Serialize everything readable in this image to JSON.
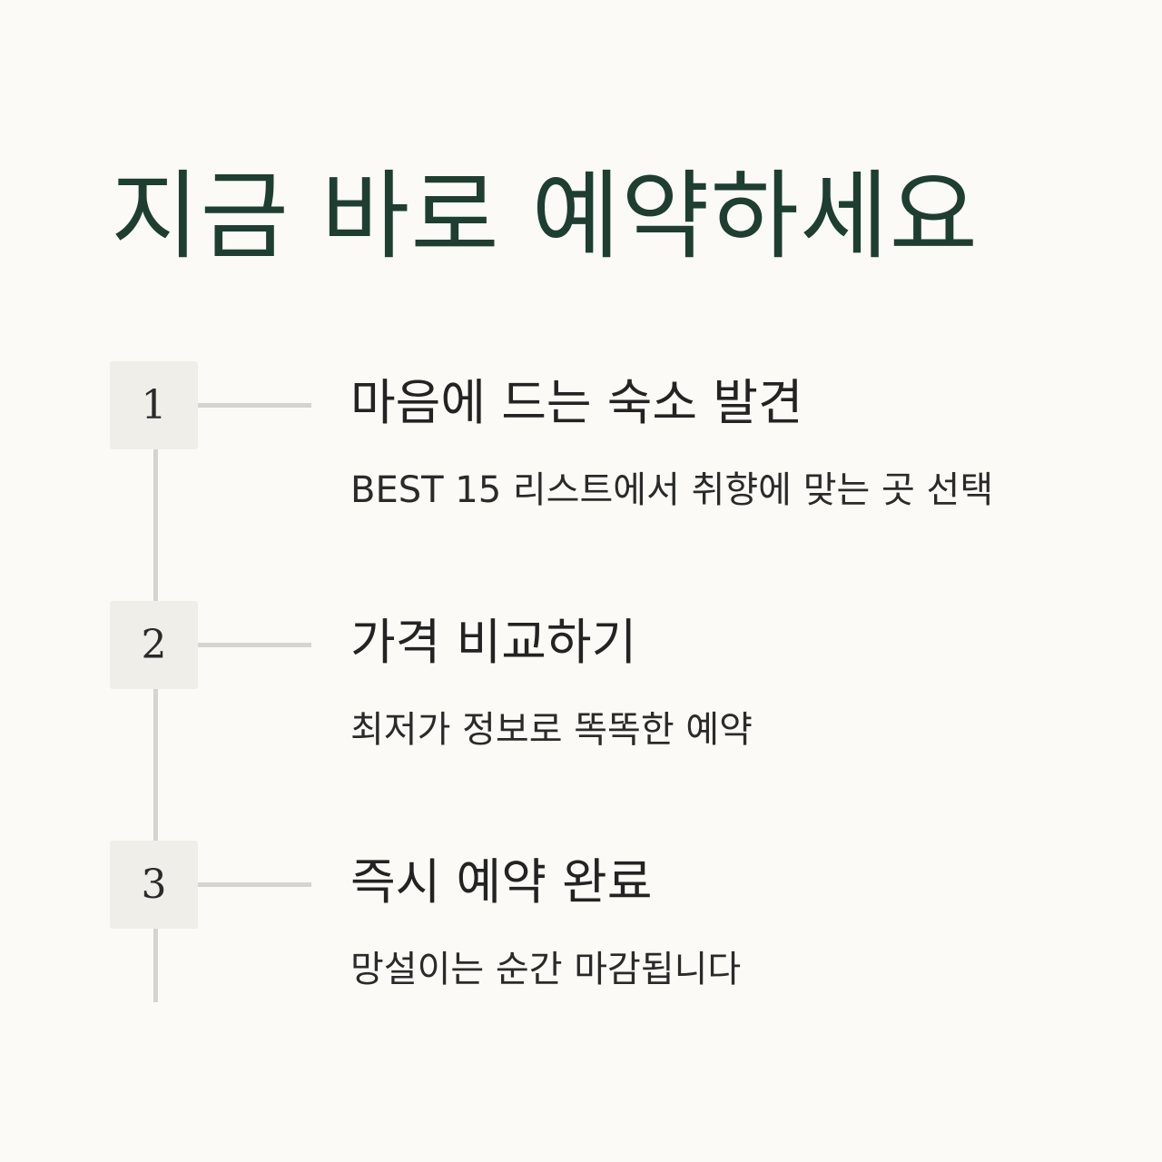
{
  "headline": "지금 바로 예약하세요",
  "steps": [
    {
      "number": "1",
      "title": "마음에 드는 숙소 발견",
      "description": "BEST 15 리스트에서 취향에 맞는 곳 선택"
    },
    {
      "number": "2",
      "title": "가격 비교하기",
      "description": "최저가 정보로 똑똑한 예약"
    },
    {
      "number": "3",
      "title": "즉시 예약 완료",
      "description": "망설이는 순간 마감됩니다"
    }
  ],
  "colors": {
    "background": "#fbfaf6",
    "headline": "#1e3e31",
    "number_box": "#efeee9",
    "line": "#d6d4ce",
    "text": "#232323"
  }
}
